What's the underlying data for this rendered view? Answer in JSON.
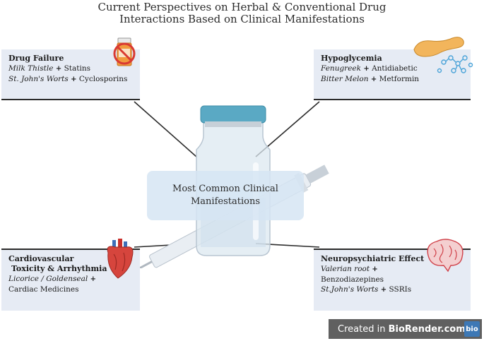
{
  "title": {
    "line1": "Current Perspectives on Herbal & Conventional Drug",
    "line2": "Interactions Based on Clinical Manifestations"
  },
  "center": {
    "line1": "Most Common Clinical",
    "line2": "Manifestations"
  },
  "drug_failure": {
    "heading": "Drug Failure",
    "row1": {
      "herb": "Milk Thistle",
      "plus": "+",
      "drug": "Statins"
    },
    "row2": {
      "herb": "St. John's Worts",
      "plus": "+",
      "drug": "Cyclosporins"
    }
  },
  "hypoglycemia": {
    "heading": "Hypoglycemia",
    "row1": {
      "herb": "Fenugreek",
      "plus": "+",
      "drug": "Antidiabetic"
    },
    "row2": {
      "herb": "Bitter Melon",
      "plus": "+",
      "drug": "Metformin"
    }
  },
  "cardiovascular": {
    "heading1": "Cardiovascular",
    "heading2": "Toxicity & Arrhythmia",
    "row1": {
      "herb": "Licorice / Goldenseal",
      "plus": "+"
    },
    "row2": {
      "drug": "Cardiac Medicines"
    }
  },
  "neuro": {
    "heading": "Neuropsychiatric Effect",
    "row1": {
      "herb": "Valerian root",
      "plus": "+"
    },
    "row2": {
      "drug": "Benzodiazepines"
    },
    "row3": {
      "herb": "St.John's Worts",
      "plus": "+",
      "drug": "SSRIs"
    }
  },
  "badge": {
    "prefix": "Created in ",
    "brand": "BioRender.com",
    "logo": "bio"
  },
  "icons": {
    "drug_failure": "no-pills-icon",
    "hypoglycemia": "pancreas-glucose-icon",
    "cardiovascular": "heart-icon",
    "neuro": "brain-icon",
    "center": "vial-syringe-icon"
  },
  "colors": {
    "box_background": "#e6ebf4",
    "vial_cap": "#5aa9c4",
    "badge_background": "#606060",
    "badge_logo": "#3d78b5",
    "connector": "#2b2b2b"
  }
}
